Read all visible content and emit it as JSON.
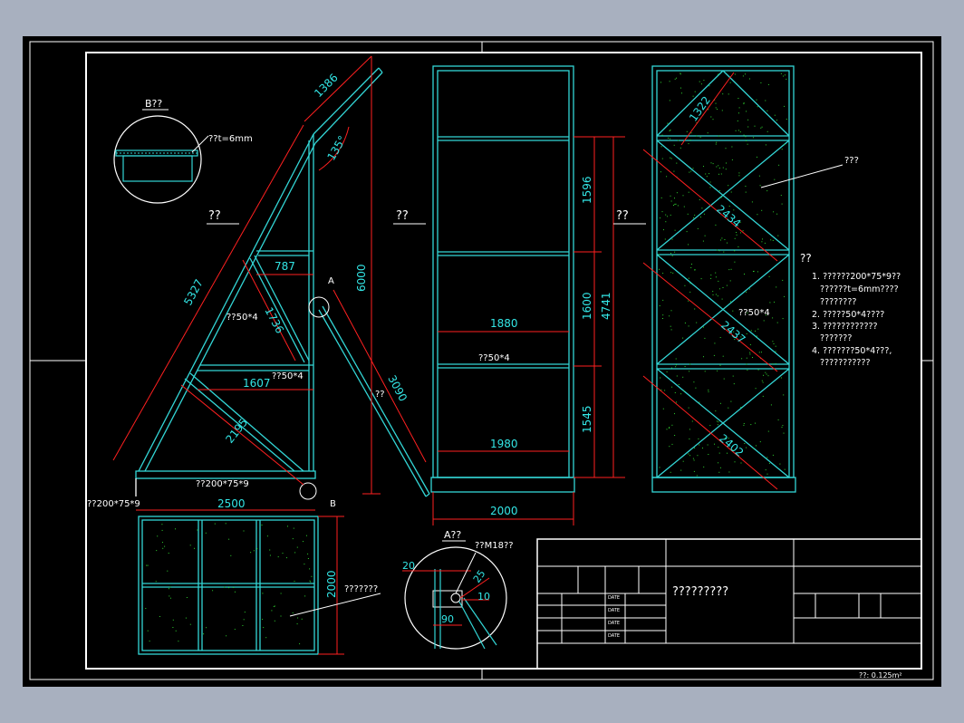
{
  "colors": {
    "background": "#a8b0bf",
    "paper": "#000000",
    "frame": "#ffffff",
    "structure": "#33d6d6",
    "dimension": "#ff2020",
    "dim_text": "#33e6e6",
    "note": "#ffffff",
    "speckle": "#2fd22f"
  },
  "views": {
    "left_label": "??",
    "front_label": "??",
    "right_label": "??",
    "detail_b_title": "B??",
    "detail_b_note": "??t=6mm",
    "detail_a_title": "A??",
    "detail_a_bolt": "??M18??",
    "marker_a": "A",
    "marker_b": "B"
  },
  "left_view": {
    "dim_1386": "1386",
    "dim_135": "135°",
    "dim_6000": "6000",
    "dim_5327": "5327",
    "dim_787": "787",
    "dim_1736": "1736",
    "dim_1607": "1607",
    "dim_2195": "2195",
    "dim_3090": "3090",
    "dim_2500": "2500",
    "note_50x4_a": "??50*4",
    "note_50x4_b": "??50*4",
    "note_base": "??200*75*9",
    "note_base_side": "??200*75*9",
    "note_rod": "??"
  },
  "front_view": {
    "dim_1596": "1596",
    "dim_1600": "1600",
    "dim_1545": "1545",
    "dim_4741": "4741",
    "dim_1880": "1880",
    "dim_1980": "1980",
    "dim_2000": "2000",
    "note_50x4": "??50*4"
  },
  "right_view": {
    "dim_1322": "1322",
    "dim_2434": "2434",
    "dim_2437": "2437",
    "dim_2402": "2402",
    "note_50x4": "??50*4",
    "note_mesh": "???"
  },
  "plan_view": {
    "dim_2000": "2000",
    "note": "???????"
  },
  "detail_a": {
    "dim_20": "20",
    "dim_25": "25",
    "dim_10": "10",
    "dim_90": "90"
  },
  "notes": {
    "heading": "??",
    "items": [
      "1. ??????200*75*9??",
      "   ??????t=6mm????",
      "   ????????",
      "2. ?????50*4????",
      "3. ????????????",
      "   ???????",
      "4. ???????50*4???,",
      "   ???????????"
    ]
  },
  "title_block": {
    "drawing_name": "?????????",
    "date_label": "DATE",
    "area": "??: 0.125m²"
  }
}
